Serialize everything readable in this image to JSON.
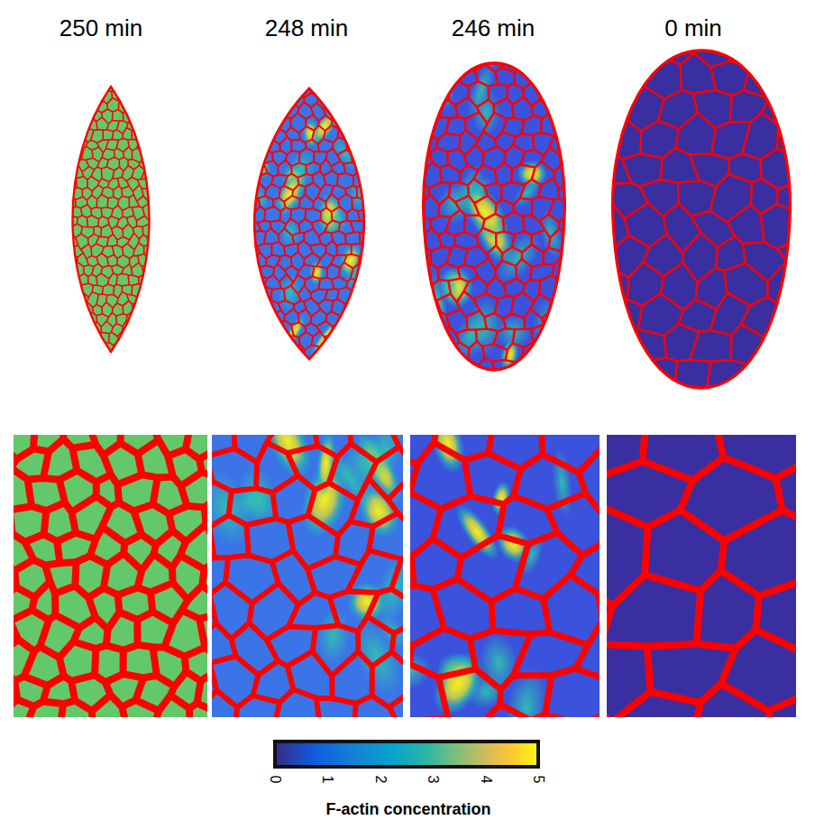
{
  "diagram": {
    "labels": [
      "250 min",
      "248 min",
      "246 min",
      "0 min",
      "0",
      "1",
      "2",
      "3",
      "4",
      "5",
      "F-actin concentration"
    ]
  }
}
